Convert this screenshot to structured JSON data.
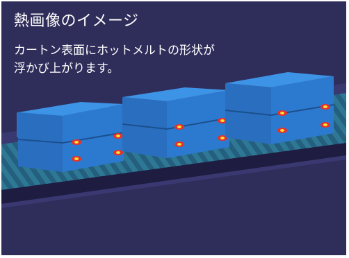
{
  "title": "熱画像のイメージ",
  "caption": {
    "line1": "カートン表面にホットメルトの形状が",
    "line2": "浮かび上がります。"
  },
  "colors": {
    "background": "#2f2d5a",
    "conveyor_belt": "#2b6f8c",
    "carton_front": "#2a73c4",
    "carton_top": "#3a8fe0",
    "carton_side": "#1f5ea8",
    "hot_melt_outer": "#e6312a",
    "hot_melt_inner": "#f6e23a"
  },
  "icons": {
    "carton": "carton-box-icon",
    "hot_melt": "hot-melt-spot-icon"
  }
}
